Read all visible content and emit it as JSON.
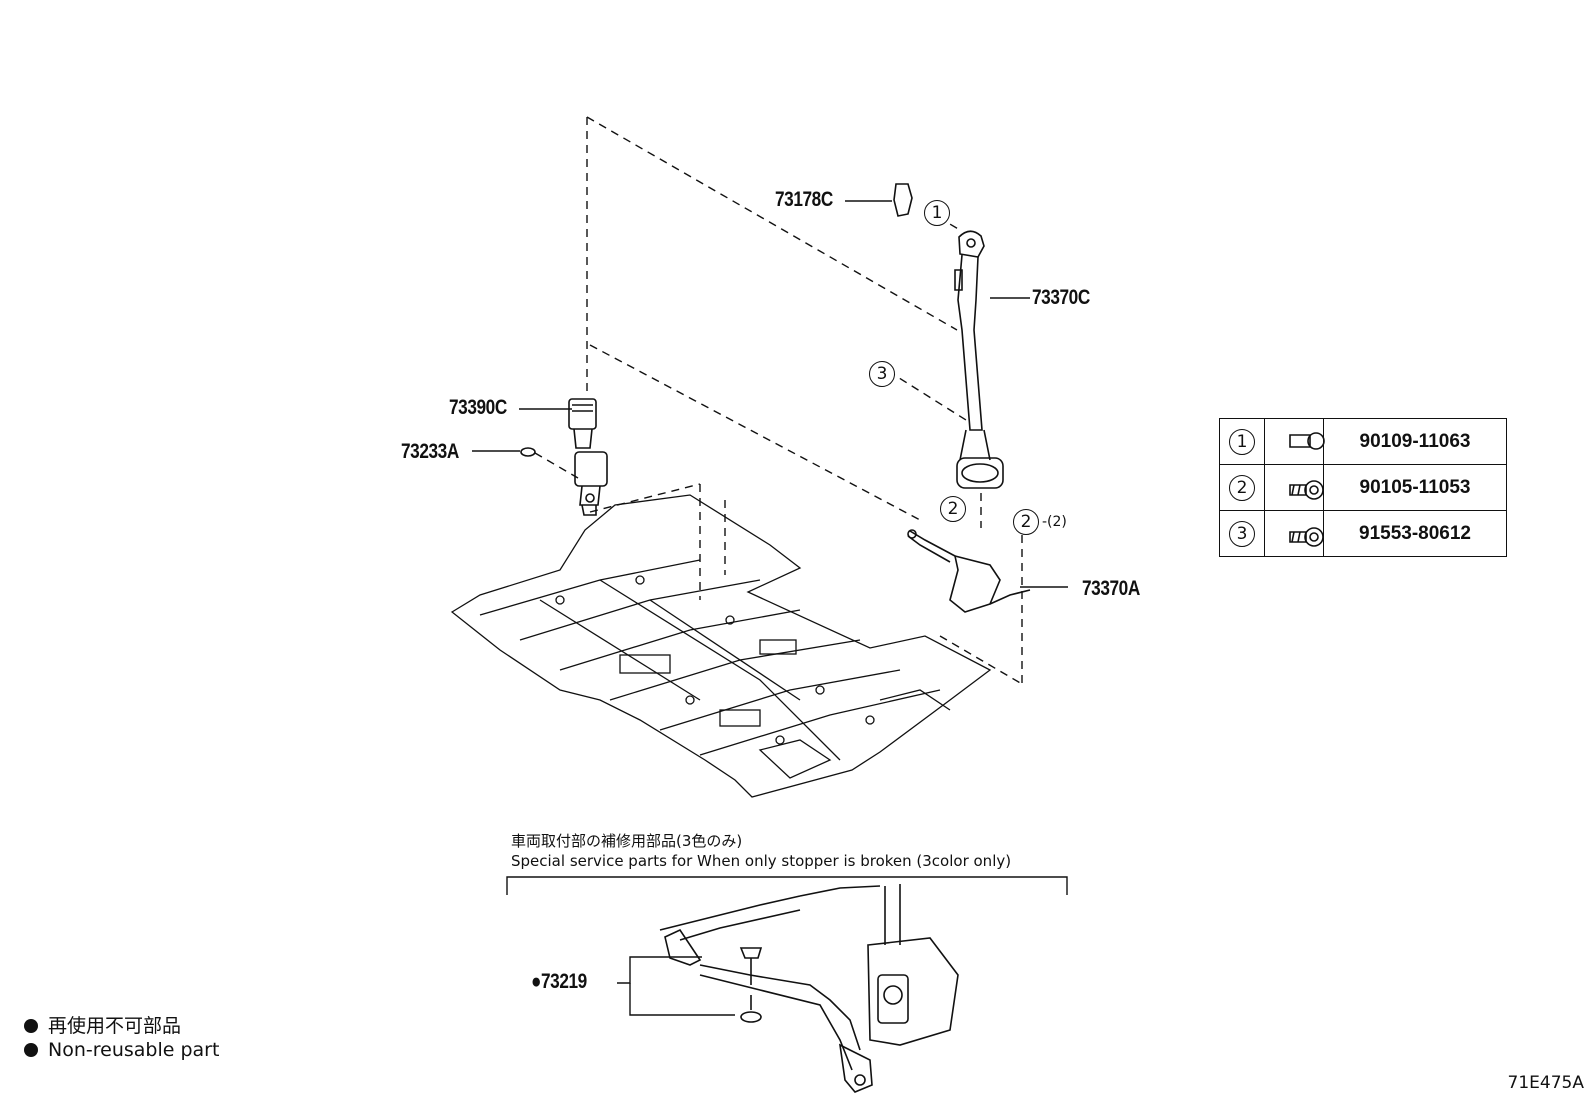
{
  "parts": {
    "p73178c": "73178C",
    "p73370c": "73370C",
    "p73390c": "73390C",
    "p73233a": "73233A",
    "p73370a": "73370A",
    "p73219": "●73219"
  },
  "callouts": {
    "c1": "1",
    "c3": "3",
    "c2_upper": "2",
    "c2_lower": "2",
    "c2_qty": "-(2)"
  },
  "fastener_table": [
    {
      "ref": "1",
      "icon": "bolt-icon",
      "part_number": "90109-11063"
    },
    {
      "ref": "2",
      "icon": "bolt-washer-icon",
      "part_number": "90105-11053"
    },
    {
      "ref": "3",
      "icon": "bolt-flange-icon",
      "part_number": "91553-80612"
    }
  ],
  "service_note": {
    "jp": "車両取付部の補修用部品(3色のみ)",
    "en": "Special service parts for When only stopper is broken (3color only)"
  },
  "legend": {
    "jp": "再使用不可部品",
    "en": "Non-reusable part"
  },
  "reference_code": "71E475A"
}
